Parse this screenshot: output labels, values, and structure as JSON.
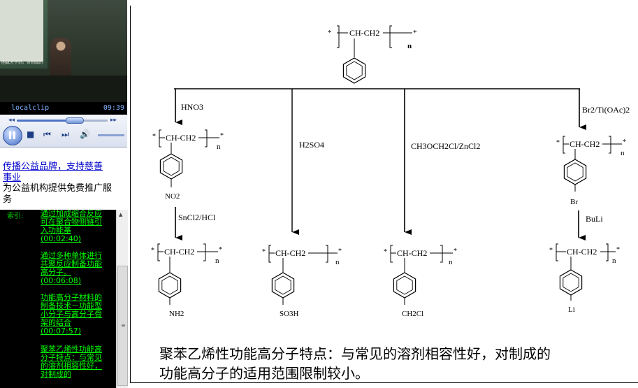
{
  "player": {
    "clip_name": "localclip",
    "time": "09:39",
    "progress": 0.6,
    "board_text": "函数分子好。对制成的"
  },
  "ad": {
    "link_text": "传播公益品牌，支持慈善事业",
    "description": "为公益机构提供免费推广服务"
  },
  "index": {
    "label": "索引:",
    "items": [
      {
        "title": "通过加成缩合反应可在聚合物侧链引入功能基",
        "time": "(00:02:40)"
      },
      {
        "title": "通过多种单体进行共聚反应制备功能高分子。",
        "time": "(00:06:08)"
      },
      {
        "title": "功能高分子材料的制备技术－功能型小分子与高分子骨架的结合",
        "time": "(00:07:57)"
      },
      {
        "title": "聚苯乙烯性功能高分子特点：与常见的溶剂相容性好，对制成的",
        "time": ""
      }
    ]
  },
  "slide": {
    "top_polymer": {
      "chain": "CH-CH2",
      "n": "n",
      "star": "*"
    },
    "reagents": {
      "hno3": "HNO3",
      "h2so4": "H2SO4",
      "chloromethyl": "CH3OCH2Cl/ZnCl2",
      "brominate": "Br2/Ti(OAc)2",
      "reduce": "SnCl2/HCl",
      "buli": "BuLi"
    },
    "substituents": {
      "no2": "NO2",
      "br": "Br",
      "nh2": "NH2",
      "so3h": "SO3H",
      "ch2cl": "CH2Cl",
      "li": "Li"
    },
    "caption_line1": "聚苯乙烯性功能高分子特点：与常见的溶剂相容性好，对制成的",
    "caption_line2": "功能高分子的适用范围限制较小。"
  }
}
